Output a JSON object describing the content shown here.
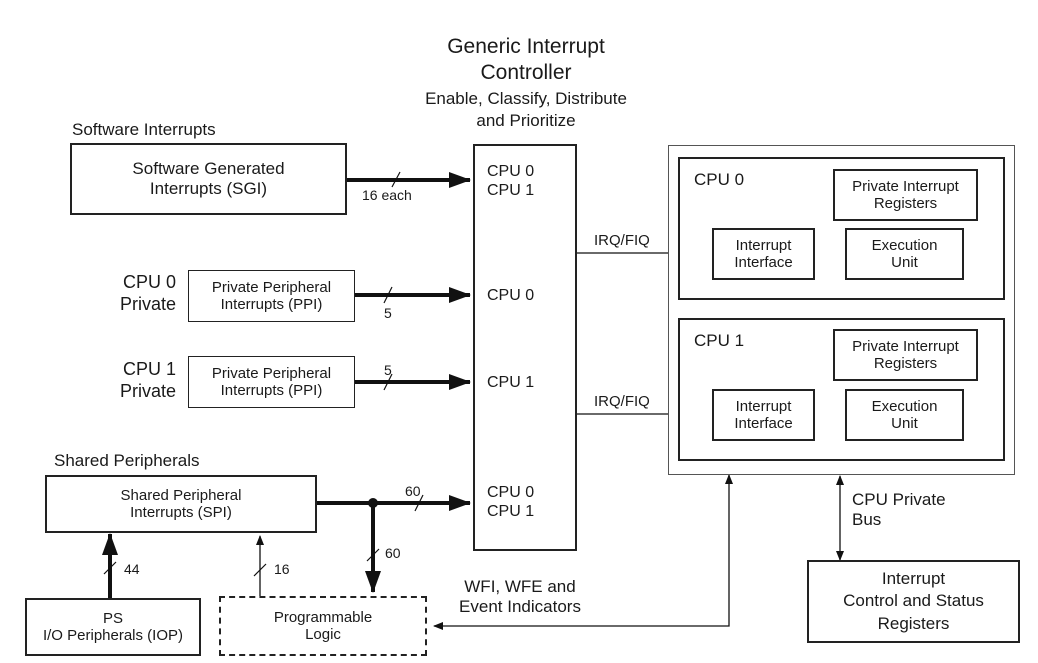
{
  "gic": {
    "title_line1": "Generic Interrupt",
    "title_line2": "Controller",
    "subtitle_line1": "Enable, Classify, Distribute",
    "subtitle_line2": "and Prioritize",
    "cpu_labels": {
      "row1_a": "CPU 0",
      "row1_b": "CPU 1",
      "row2": "CPU 0",
      "row3": "CPU 1",
      "row4_a": "CPU 0",
      "row4_b": "CPU 1"
    }
  },
  "software": {
    "heading": "Software Interrupts",
    "box_line1": "Software Generated",
    "box_line2": "Interrupts (SGI)",
    "bus_label": "16 each"
  },
  "ppi0": {
    "label_line1": "CPU 0",
    "label_line2": "Private",
    "box_line1": "Private Peripheral",
    "box_line2": "Interrupts (PPI)",
    "bus_label": "5"
  },
  "ppi1": {
    "label_line1": "CPU 1",
    "label_line2": "Private",
    "box_line1": "Private Peripheral",
    "box_line2": "Interrupts (PPI)",
    "bus_label": "5"
  },
  "shared": {
    "heading": "Shared Peripherals",
    "box_line1": "Shared Peripheral",
    "box_line2": "Interrupts (SPI)",
    "bus_label_right": "60",
    "bus_label_down": "60"
  },
  "ps": {
    "line1": "PS",
    "line2": "I/O Peripherals (IOP)",
    "bus_label": "44"
  },
  "pl": {
    "line1": "Programmable",
    "line2": "Logic",
    "bus_label": "16"
  },
  "irq_label_0": "IRQ/FIQ",
  "irq_label_1": "IRQ/FIQ",
  "cpu0": {
    "title": "CPU 0",
    "pir_line1": "Private Interrupt",
    "pir_line2": "Registers",
    "ii_line1": "Interrupt",
    "ii_line2": "Interface",
    "eu_line1": "Execution",
    "eu_line2": "Unit"
  },
  "cpu1": {
    "title": "CPU 1",
    "pir_line1": "Private Interrupt",
    "pir_line2": "Registers",
    "ii_line1": "Interrupt",
    "ii_line2": "Interface",
    "eu_line1": "Execution",
    "eu_line2": "Unit"
  },
  "wfi": {
    "line1": "WFI, WFE and",
    "line2": "Event Indicators"
  },
  "private_bus": {
    "line1": "CPU Private",
    "line2": "Bus"
  },
  "ics": {
    "line1": "Interrupt",
    "line2": "Control and Status",
    "line3": "Registers"
  }
}
